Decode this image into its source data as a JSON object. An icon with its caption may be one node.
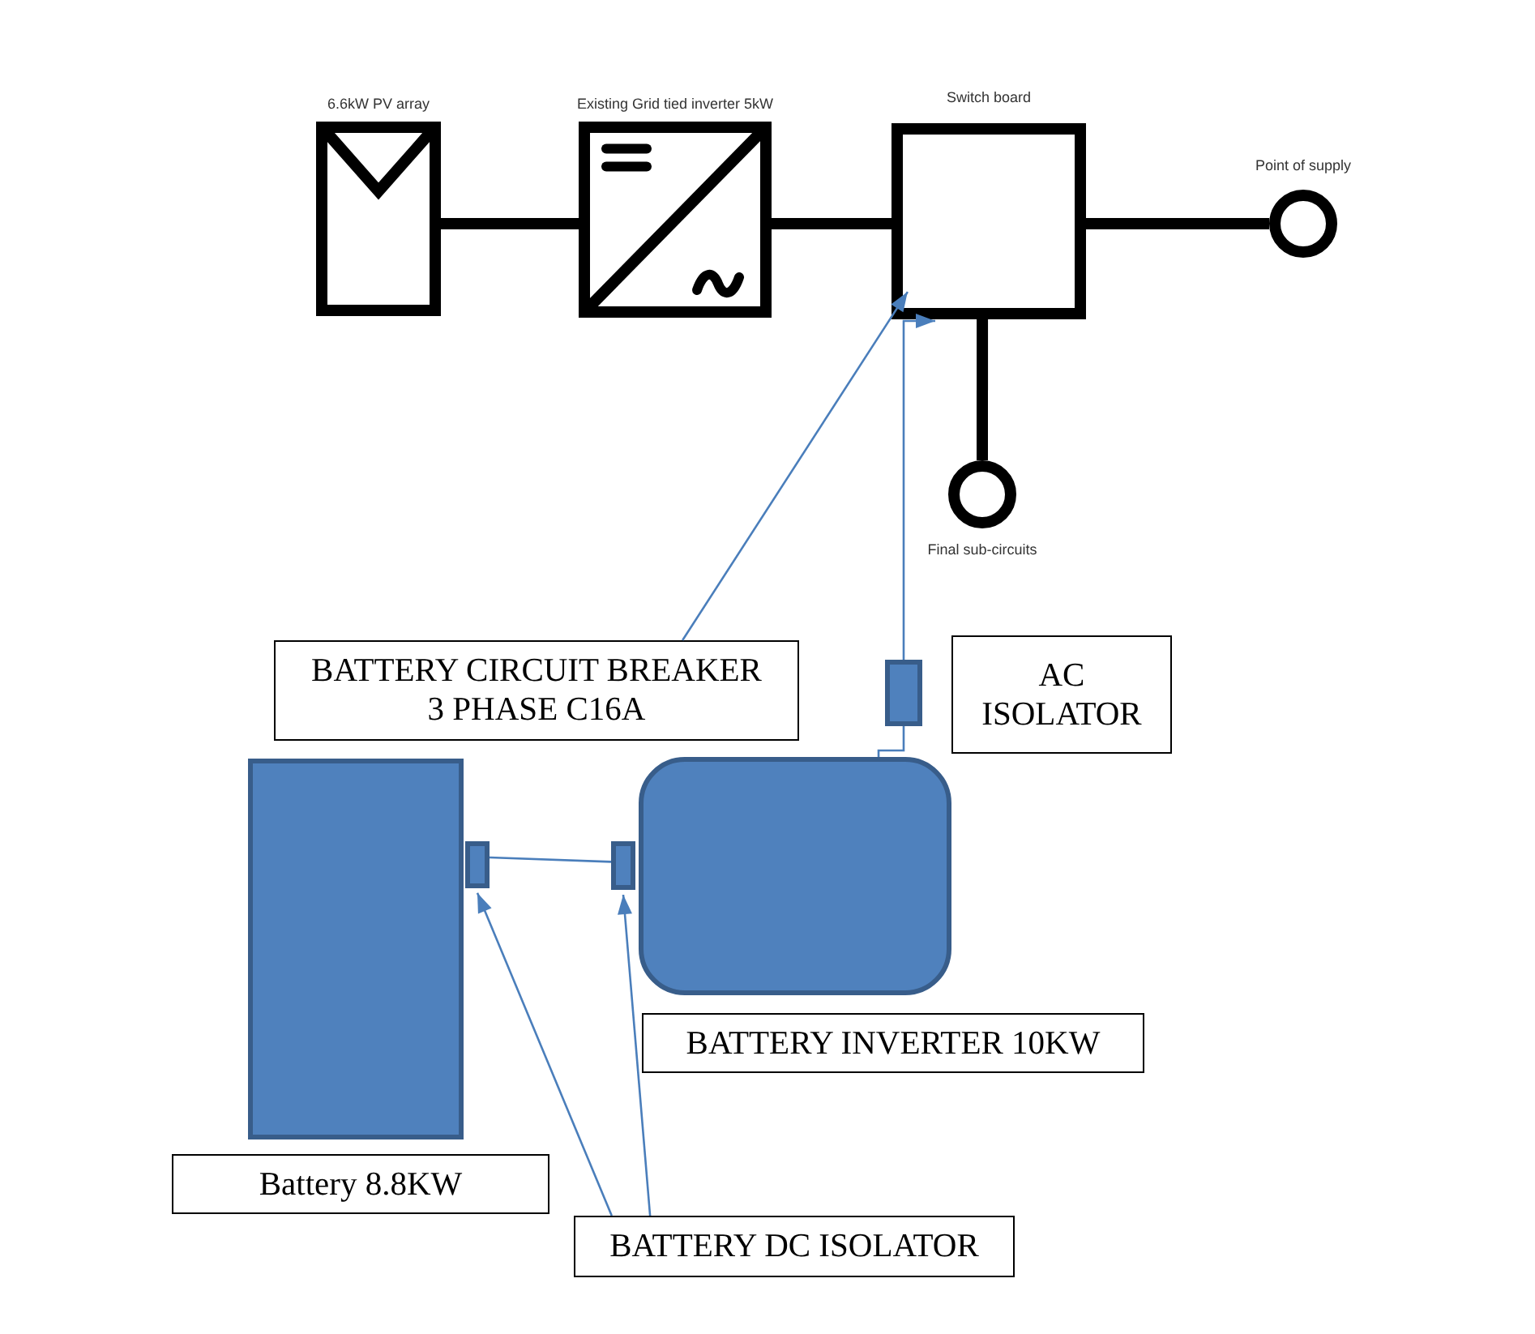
{
  "diagram": {
    "nodes": [
      {
        "text": [
          "6.6kW PV array"
        ]
      },
      {
        "text": [
          "Existing Grid tied inverter 5kW"
        ]
      },
      {
        "text": [
          "Switch board"
        ]
      },
      {
        "text": [
          "Point of supply"
        ]
      },
      {
        "text": [
          "Final sub-circuits"
        ]
      },
      {
        "text": [
          "BATTERY CIRCUIT BREAKER 3 PHASE C16A"
        ]
      },
      {
        "text": [],
        "shape": "box"
      },
      {
        "text": [
          "AC ISOLATOR"
        ]
      },
      {
        "text": [],
        "shape": "box"
      },
      {
        "text": [],
        "shape": "box"
      },
      {
        "text": [],
        "shape": "box"
      },
      {
        "text": [],
        "shape": "box"
      },
      {
        "text": [
          "BATTERY INVERTER 10KW"
        ]
      },
      {
        "text": [
          "Battery 8.8KW"
        ]
      },
      {
        "text": [
          "BATTERY DC ISOLATOR"
        ]
      }
    ],
    "edges": [
      {
        "from": 0,
        "to": 1,
        "arrow": "none",
        "style": "thick",
        "color": "#000000"
      },
      {
        "from": 1,
        "to": 2,
        "arrow": "none",
        "style": "thick",
        "color": "#000000"
      },
      {
        "from": 2,
        "to": 3,
        "arrow": "none",
        "style": "thick",
        "color": "#000000"
      },
      {
        "from": 2,
        "to": 4,
        "arrow": "none",
        "style": "thick",
        "color": "#000000"
      },
      {
        "from": 5,
        "to": 2,
        "arrow": "to"
      },
      {
        "from": 6,
        "to": 2,
        "arrow": "to"
      },
      {
        "from": 11,
        "to": 6,
        "arrow": "none"
      },
      {
        "from": 9,
        "to": 10,
        "arrow": "none"
      },
      {
        "from": 14,
        "to": 9,
        "arrow": "to"
      },
      {
        "from": 14,
        "to": 10,
        "arrow": "to"
      }
    ]
  }
}
